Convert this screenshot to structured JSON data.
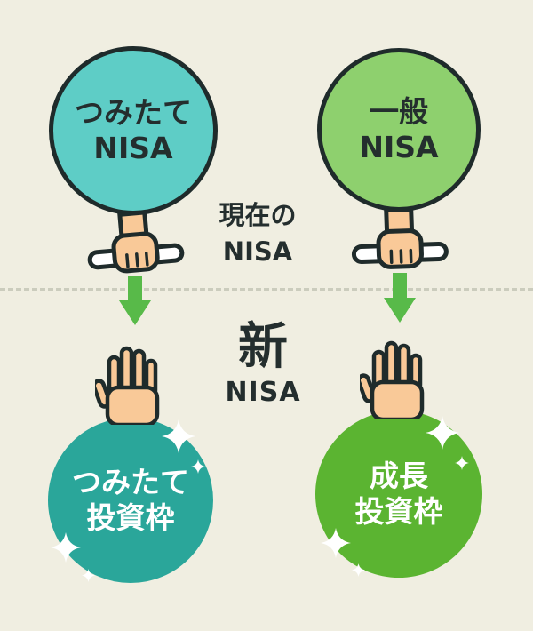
{
  "colors": {
    "background": "#f0eee1",
    "outline": "#1f2b2b",
    "text_dark": "#242e2e",
    "text_light": "#ffffff",
    "skin": "#f9c998",
    "baton": "#ffffff",
    "arrow_green": "#58ba49",
    "dashed_line": "#cbccbd",
    "circle_top_left": "#5ecdc6",
    "circle_top_right": "#8ed06e",
    "circle_bottom_left": "#2aa69a",
    "circle_bottom_right": "#5bb431"
  },
  "top_section": {
    "left_circle": {
      "line1": "つみたて",
      "line2": "NISA"
    },
    "right_circle": {
      "line1": "一般",
      "line2": "NISA"
    },
    "center_label": {
      "line1": "現在の",
      "line2": "NISA"
    }
  },
  "bottom_section": {
    "heading": {
      "line1": "新",
      "line2": "NISA"
    },
    "left_circle": {
      "line1": "つみたて",
      "line2": "投資枠"
    },
    "right_circle": {
      "line1": "成長",
      "line2": "投資枠"
    }
  },
  "icons": [
    {
      "name": "baton-hand-icon",
      "meaning": "hand passing a relay baton down"
    },
    {
      "name": "open-hand-icon",
      "meaning": "open hand receiving the baton"
    },
    {
      "name": "down-arrow-icon",
      "meaning": "transition arrow"
    },
    {
      "name": "sparkle-icon",
      "meaning": "white sparkle decoration"
    }
  ]
}
